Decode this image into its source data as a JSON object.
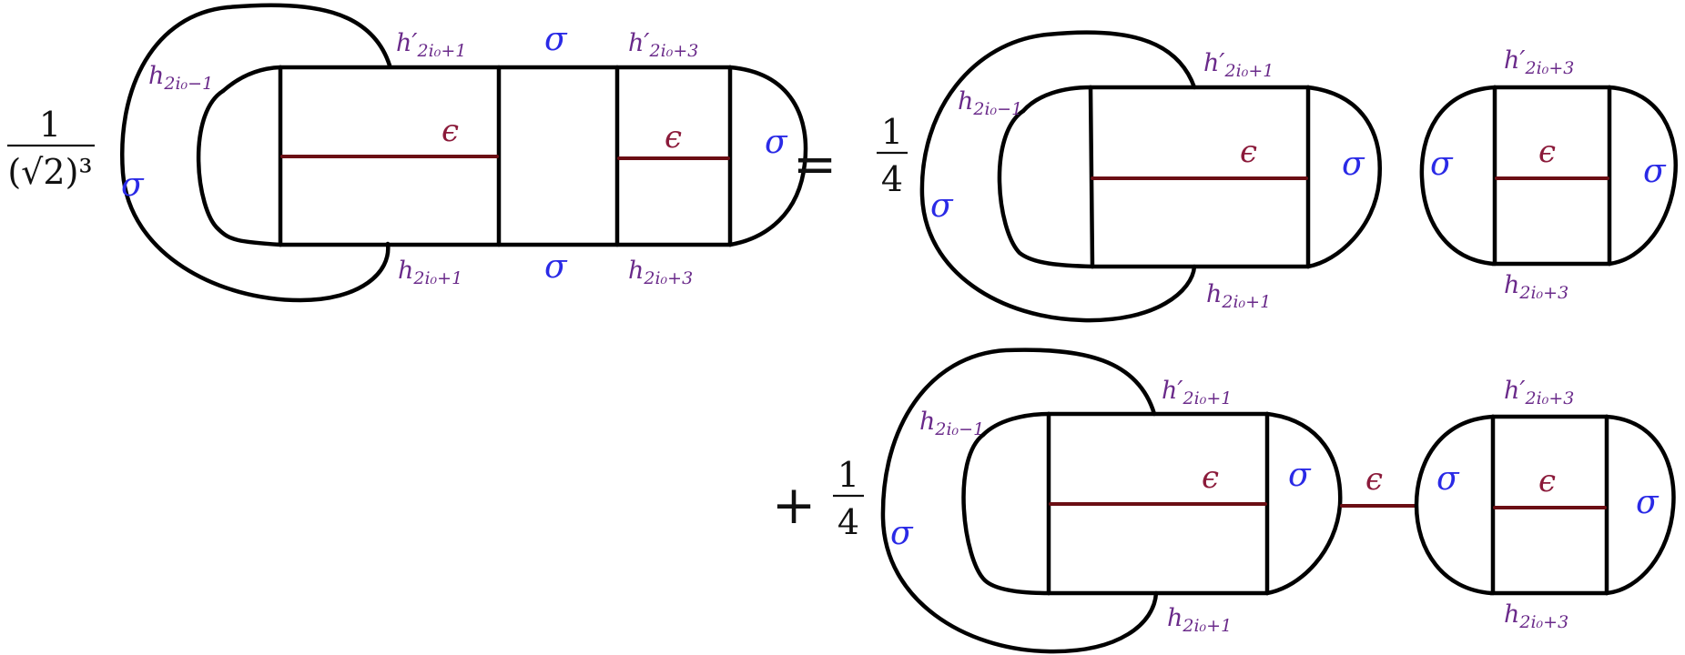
{
  "labels": {
    "sigma": "σ",
    "eps": "ϵ",
    "h_base": "h",
    "h_prime_base": "h′",
    "sub_2i0m1": "2i₀−1",
    "sub_2i0p1": "2i₀+1",
    "sub_2i0p3": "2i₀+3"
  },
  "math": {
    "prefactor_num": "1",
    "prefactor_den": "(√2)³",
    "equals": "=",
    "plus": "+",
    "quarter_num": "1",
    "quarter_den": "4"
  },
  "colors": {
    "sigma": "#2a2ae6",
    "epsilon": "#8b1a3a",
    "h": "#6a2a8a",
    "epsilon_line": "#6b0e14",
    "ink": "#000000"
  }
}
